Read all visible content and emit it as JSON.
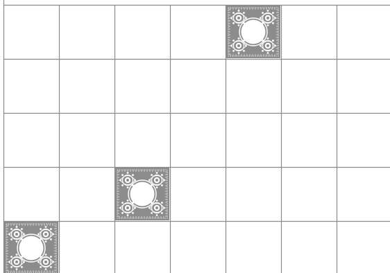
{
  "board": {
    "rows": 5,
    "cols": 7,
    "colors": {
      "background": "#ffffff",
      "grid_line": "#8a8a8a",
      "piece_fill": "#8c8c8c",
      "piece_pattern": "#ffffff"
    },
    "pieces": [
      {
        "row": 0,
        "col": 4,
        "icon": "ornamental-ring-tile-icon"
      },
      {
        "row": 3,
        "col": 2,
        "icon": "ornamental-ring-tile-icon"
      },
      {
        "row": 4,
        "col": 0,
        "icon": "ornamental-ring-tile-icon"
      }
    ]
  }
}
